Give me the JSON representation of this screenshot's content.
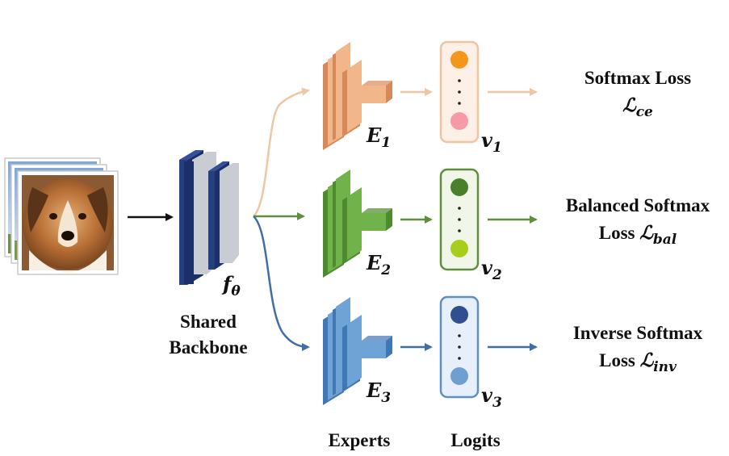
{
  "backbone": {
    "symbol": "f",
    "symbol_sub": "θ",
    "label_line1": "Shared",
    "label_line2": "Backbone"
  },
  "experts": [
    {
      "symbol": "E",
      "sub": "1",
      "logit_symbol": "v",
      "logit_sub": "1",
      "loss_line1": "Softmax Loss",
      "loss_line2_prefix": "",
      "loss_symbol": "ℒ",
      "loss_sub": "ce",
      "color": "#f1b68a",
      "color_dark": "#d8895a",
      "logit_top": "#f5961c",
      "logit_bottom": "#f79aa8",
      "logit_bg": "#fdf0e6",
      "logit_border": "#f1c4a0",
      "arrow_color": "#efc6a2"
    },
    {
      "symbol": "E",
      "sub": "2",
      "logit_symbol": "v",
      "logit_sub": "2",
      "loss_line1": "Balanced Softmax",
      "loss_line2_prefix": "Loss ",
      "loss_symbol": "ℒ",
      "loss_sub": "bal",
      "color": "#6fb34a",
      "color_dark": "#4e8a2e",
      "logit_top": "#4a7f2c",
      "logit_bottom": "#a6cf1c",
      "logit_bg": "#f0f7e8",
      "logit_border": "#5f8f3c",
      "arrow_color": "#5f8f3c"
    },
    {
      "symbol": "E",
      "sub": "3",
      "logit_symbol": "v",
      "logit_sub": "3",
      "loss_line1": "Inverse Softmax",
      "loss_line2_prefix": "Loss ",
      "loss_symbol": "ℒ",
      "loss_sub": "inv",
      "color": "#6fa3d6",
      "color_dark": "#3f78b4",
      "logit_top": "#2f4f8f",
      "logit_bottom": "#6f9fd0",
      "logit_bg": "#e7f0fa",
      "logit_border": "#5d8fc4",
      "arrow_color": "#3f6fa6"
    }
  ],
  "column_labels": {
    "experts": "Experts",
    "logits": "Logits"
  },
  "colors": {
    "backbone_navy": "#1b2f6b",
    "backbone_gray": "#c9ccd3",
    "input_arrow": "#111111"
  },
  "input_image": "photo of a collie dog (stack of images)"
}
